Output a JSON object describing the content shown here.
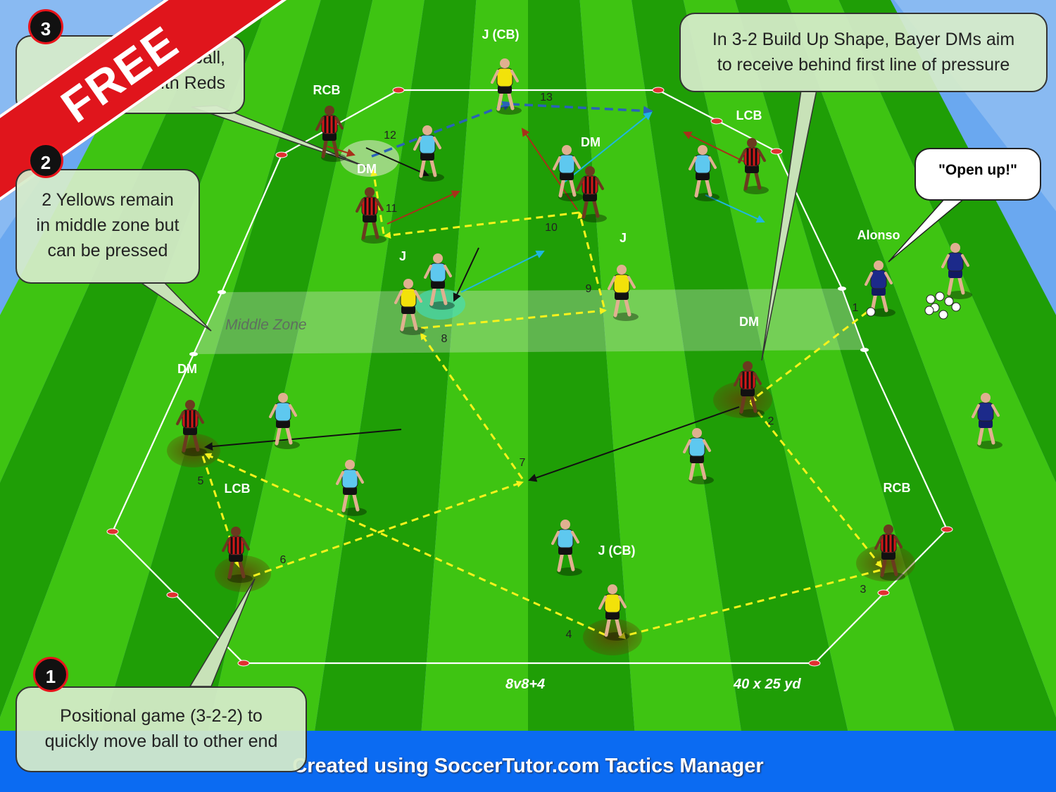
{
  "banner": {
    "text": "FREE"
  },
  "labels": {
    "middle_zone": "Middle Zone",
    "format": "8v8+4",
    "dimensions": "40 x 25 yd"
  },
  "callouts": {
    "c1": {
      "number": "1",
      "lines": [
        "Positional game (3-2-2) to",
        "quickly move ball to other end"
      ]
    },
    "c2": {
      "number": "2",
      "lines": [
        "2 Yellows remain",
        "in middle zone but",
        "can be pressed"
      ]
    },
    "c3": {
      "number": "3",
      "lines": [
        "ball,",
        "with Reds"
      ]
    },
    "c4": {
      "lines": [
        "In 3-2 Build Up Shape, Bayer DMs aim",
        "to receive behind first line of pressure"
      ]
    }
  },
  "speech": {
    "text": "\"Open up!\""
  },
  "footer": {
    "text": "Created using SoccerTutor.com Tactics Manager"
  },
  "players": [
    {
      "team": "red",
      "label": "RCB"
    },
    {
      "team": "red",
      "label": "DM"
    },
    {
      "team": "red",
      "label": ""
    },
    {
      "team": "red",
      "label": "LCB"
    },
    {
      "team": "red",
      "label": "DM"
    },
    {
      "team": "red",
      "label": "DM"
    },
    {
      "team": "red",
      "label": "LCB"
    },
    {
      "team": "red",
      "label": "RCB"
    },
    {
      "team": "yellow",
      "label": "J (CB)"
    },
    {
      "team": "yellow",
      "label": "J"
    },
    {
      "team": "yellow",
      "label": "J"
    },
    {
      "team": "yellow",
      "label": "J (CB)"
    },
    {
      "team": "blue",
      "label": ""
    },
    {
      "team": "blue",
      "label": "DM"
    },
    {
      "team": "blue",
      "label": ""
    },
    {
      "team": "blue",
      "label": ""
    },
    {
      "team": "blue",
      "label": ""
    },
    {
      "team": "blue",
      "label": ""
    },
    {
      "team": "blue",
      "label": ""
    },
    {
      "team": "blue",
      "label": ""
    },
    {
      "team": "navy",
      "label": "Alonso"
    },
    {
      "team": "navy",
      "label": ""
    },
    {
      "team": "navy",
      "label": ""
    }
  ],
  "pass_numbers": [
    "1",
    "2",
    "3",
    "4",
    "5",
    "6",
    "7",
    "8",
    "9",
    "10",
    "11",
    "12",
    "13"
  ],
  "colors": {
    "red": "#d01818",
    "yellow": "#f2e20a",
    "blue": "#5ec8ef",
    "navy": "#1c2a8a",
    "pitch_light": "#3ec412",
    "pitch_dark": "#1f9e06",
    "pass": "#f7f21c",
    "pass_blue": "#2a62b8",
    "arrow_cyan": "#1fb6e0",
    "arrow_red": "#a8301a",
    "footer": "#0b6bf2",
    "banner": "#e0151c"
  }
}
